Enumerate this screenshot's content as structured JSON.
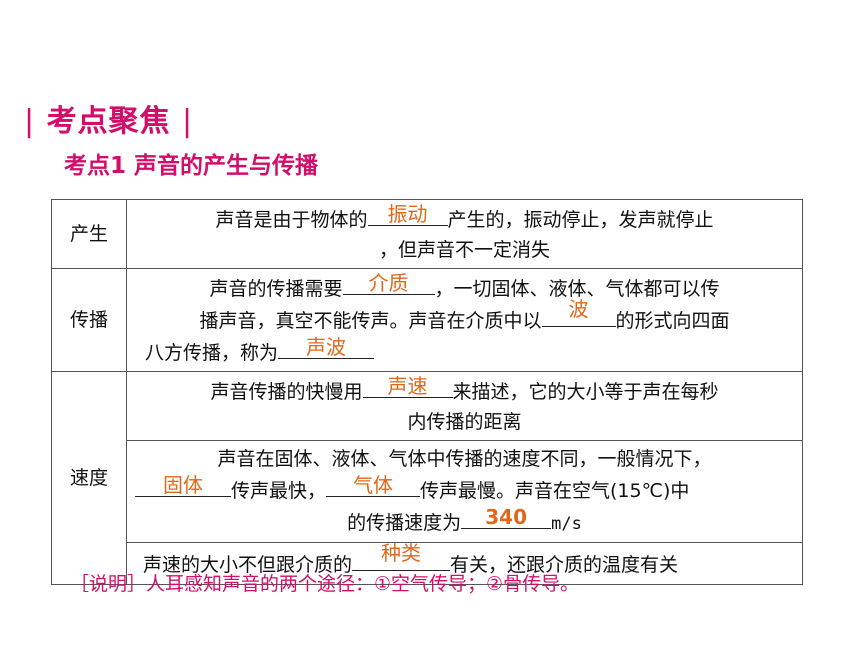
{
  "heading": "考点聚焦",
  "heading_bar": "|",
  "subheading": "考点1  声音的产生与传播",
  "rows": {
    "production": {
      "category": "产生",
      "l1_a": "声音是由于物体的",
      "answer": "振动",
      "l1_b": "产生的，振动停止，发声就停止",
      "l2": "，但声音不一定消失"
    },
    "propagation": {
      "category": "传播",
      "l1_a": "声音的传播需要",
      "answer1": "介质",
      "l1_b": "，一切固体、液体、气体都可以传",
      "l2_a": "播声音，真空不能传声。声音在介质中以",
      "answer2": "波",
      "l2_b": "的形式向四面",
      "l3_a": "八方传播，称为",
      "answer3": "声波"
    },
    "speed": {
      "category": "速度",
      "sub1": {
        "l1_a": "声音传播的快慢用",
        "answer": "声速",
        "l1_b": "来描述，它的大小等于声在每秒",
        "l2": "内传播的距离"
      },
      "sub2": {
        "l1": "声音在固体、液体、气体中传播的速度不同，一般情况下，",
        "answer1": "固体",
        "l2_a": "传声最快，",
        "answer2": "气体",
        "l2_b": "传声最慢。声音在空气(15℃)中",
        "l3_a": "的传播速度为",
        "answer3": "340",
        "unit": "m/s"
      },
      "sub3": {
        "l1_a": "声速的大小不但跟介质的",
        "answer": "种类",
        "l1_b": "有关，还跟介质的温度有关"
      }
    }
  },
  "note": "［说明］人耳感知声音的两个途径：①空气传导；②骨传导。",
  "colors": {
    "magenta": "#d10f6a",
    "answer_orange": "#e0681a"
  }
}
